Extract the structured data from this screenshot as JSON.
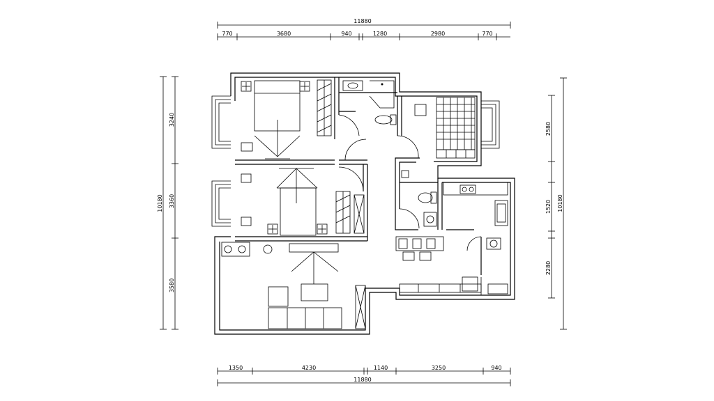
{
  "dimensions": {
    "top_total": "11880",
    "top_segments": [
      "770",
      "3680",
      "940",
      "1280",
      "2980",
      "770"
    ],
    "bottom_total": "11880",
    "bottom_segments": [
      "1350",
      "4230",
      "1140",
      "3250",
      "940"
    ],
    "left_total": "10180",
    "left_segments": [
      "3240",
      "3360",
      "3580"
    ],
    "right_total": "10180",
    "right_segments": [
      "2580",
      "1520",
      "2280"
    ]
  }
}
